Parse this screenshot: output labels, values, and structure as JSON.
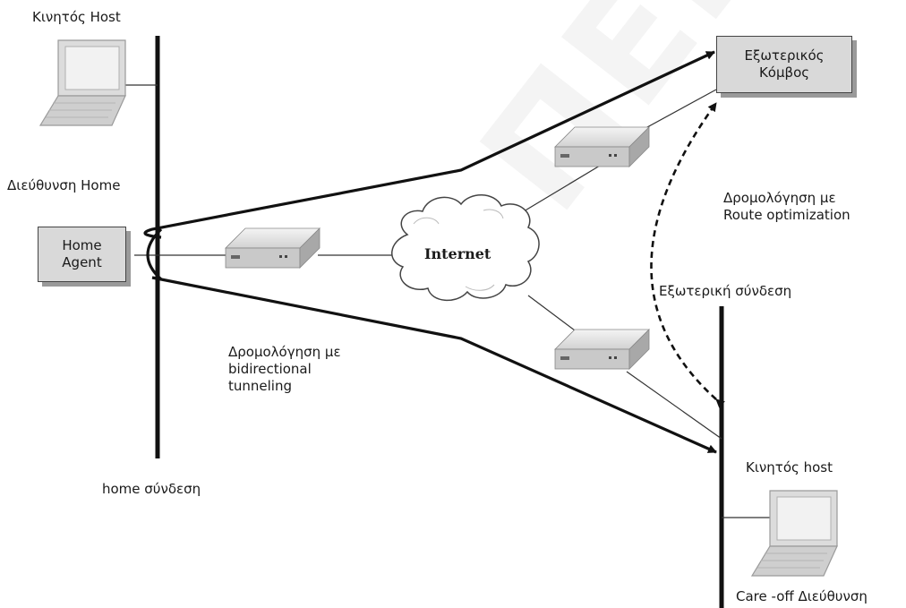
{
  "labels": {
    "top_host": "Κινητός Host",
    "home_address": "Διεύθυνση Home",
    "home_agent_line1": "Home",
    "home_agent_line2": "Agent",
    "internet": "Internet",
    "bidirectional_line1": "Δρομολόγηση με",
    "bidirectional_line2": "bidirectional",
    "bidirectional_line3": "tunneling",
    "home_link": "home σύνδεση",
    "foreign_node_line1": "Εξωτερικός",
    "foreign_node_line2": "Κόμβος",
    "route_opt_line1": "Δρομολόγηση με",
    "route_opt_line2": "Route optimization",
    "foreign_link": "Εξωτερική σύνδεση",
    "mobile_host_bottom": "Κινητός host",
    "care_of_address": "Care -off Διεύθυνση"
  },
  "watermark": "ΠΕΙΡΑΙΩΣ",
  "icons": [
    "laptop-icon",
    "router-icon",
    "cloud-icon"
  ]
}
